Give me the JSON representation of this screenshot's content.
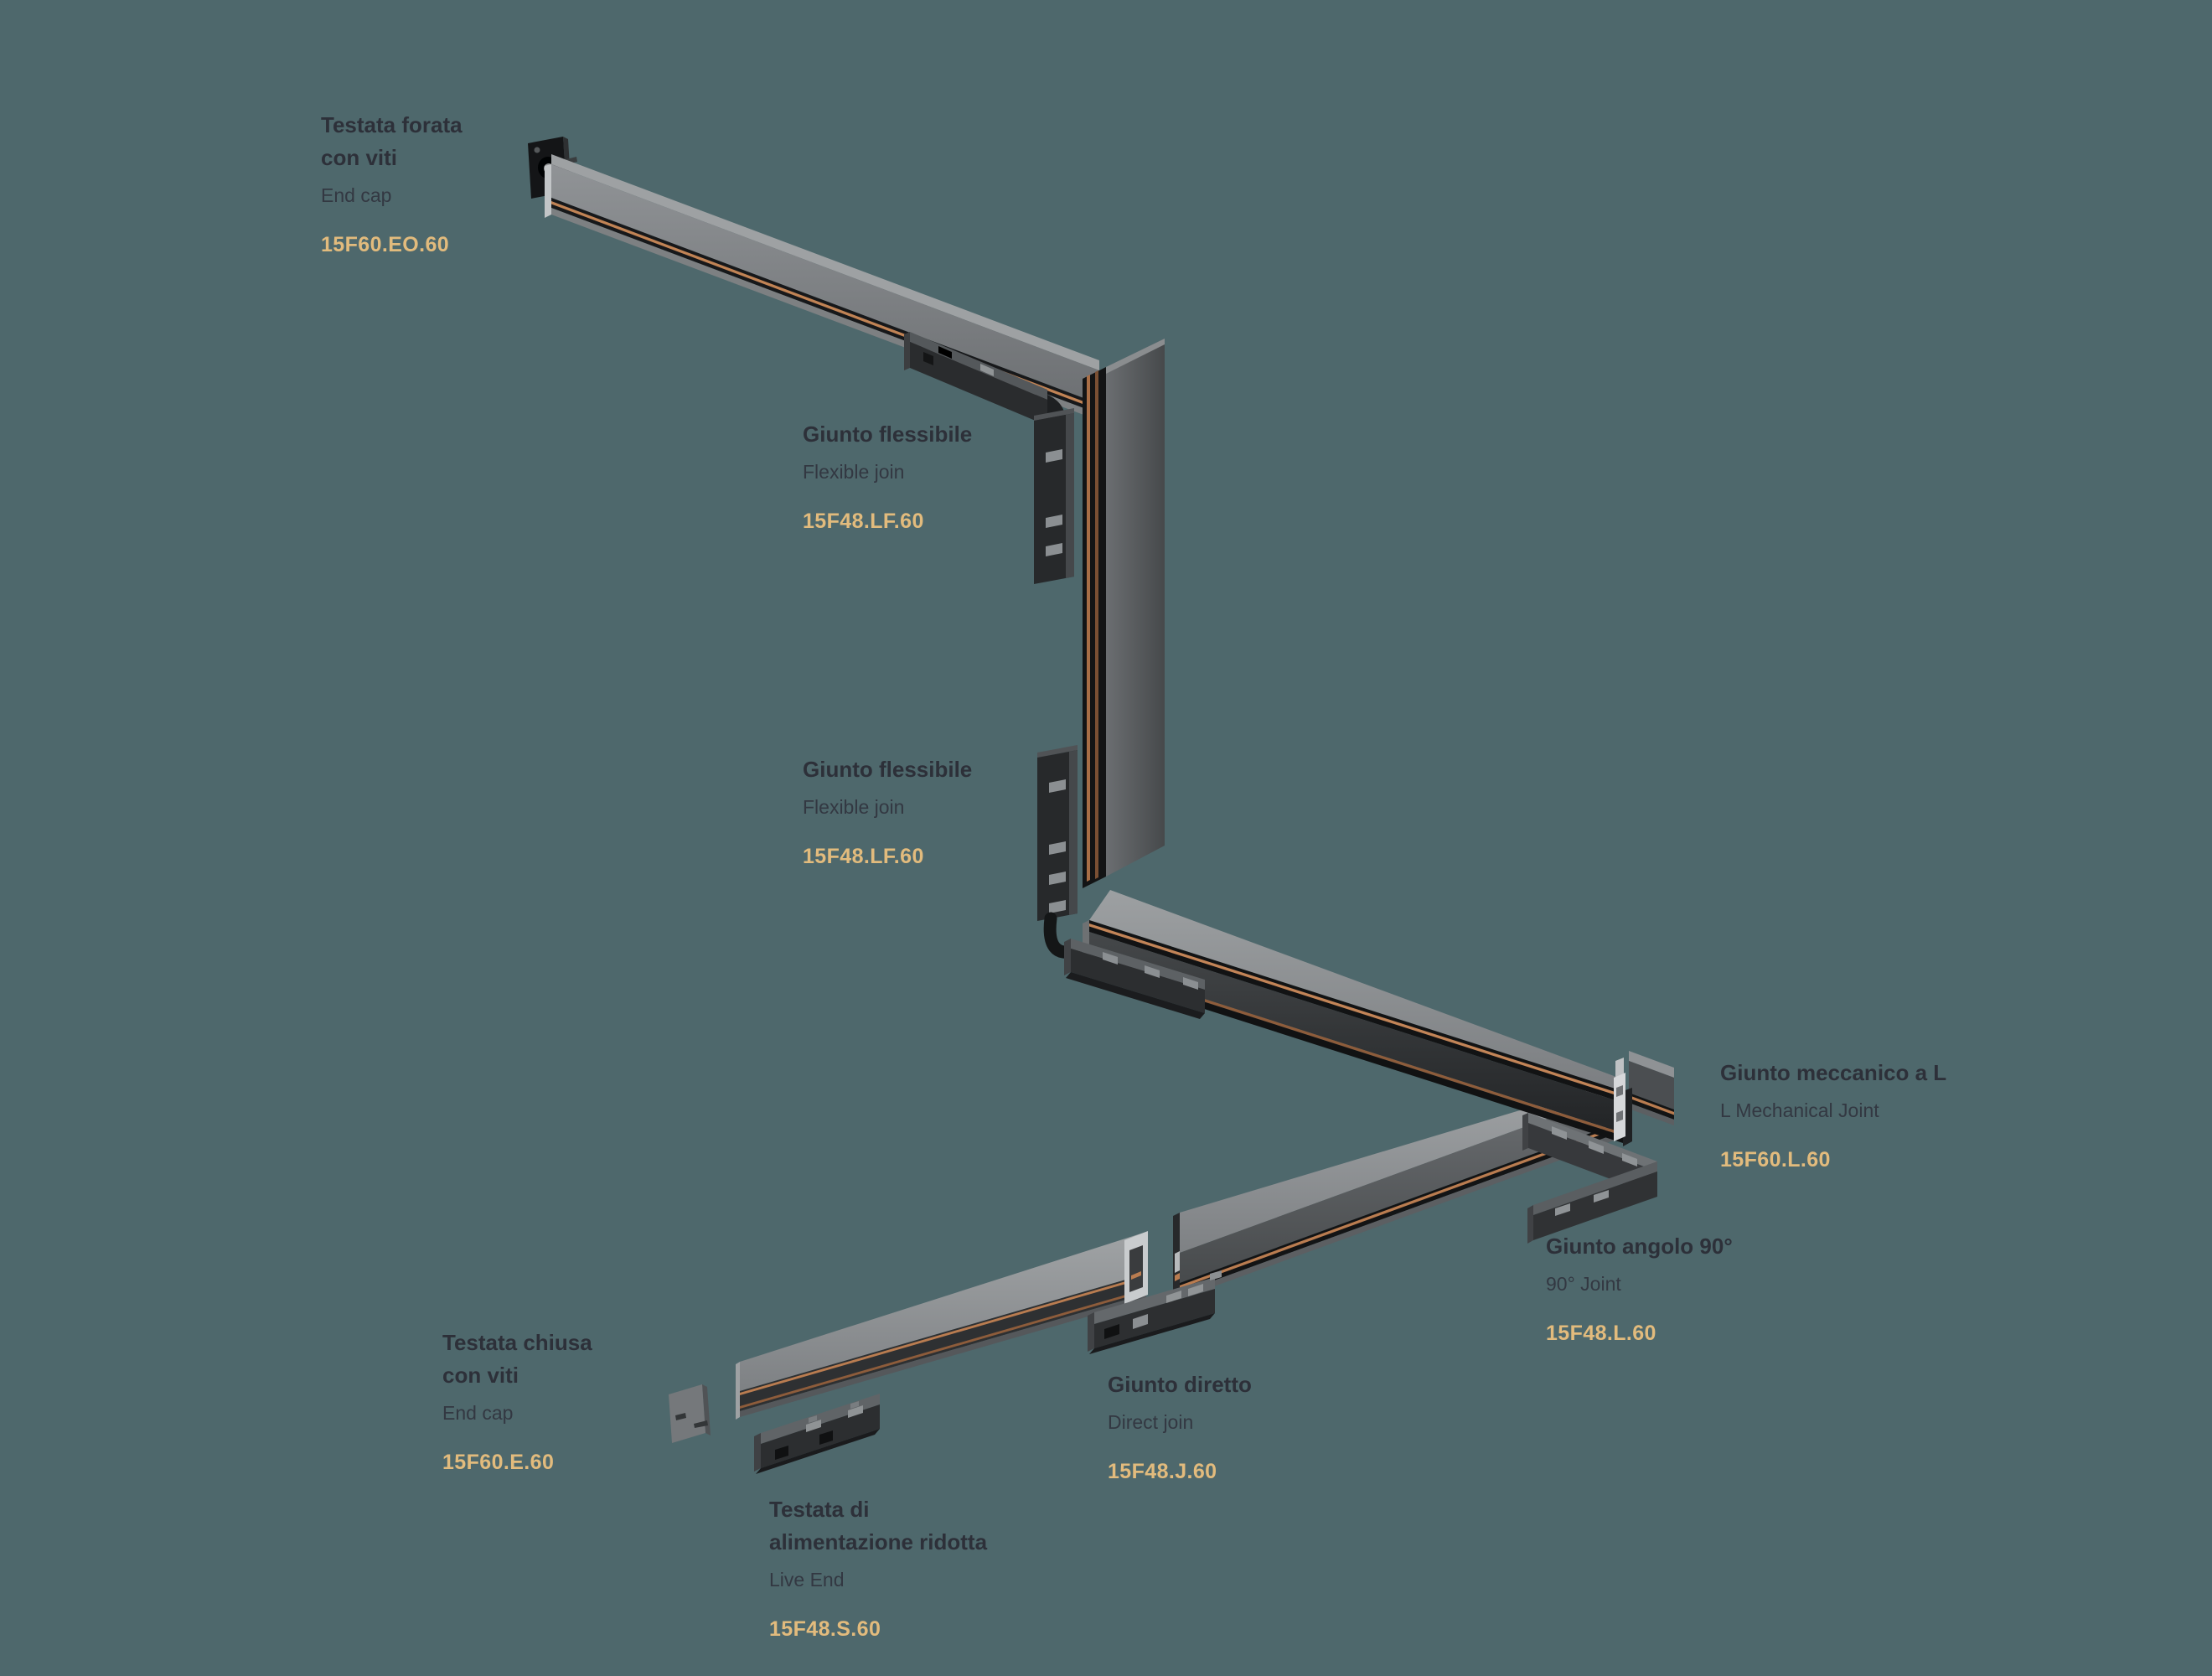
{
  "scene": {
    "background_color": "#4e686c",
    "accent_copper": "#bf7f52",
    "track_gray": "#8e9193",
    "component_dark": "#2c2e30",
    "silver": "#d6d8da",
    "title_color": "#2d3039",
    "code_color": "#e2bb7d"
  },
  "labels": [
    {
      "id": "testata-forata",
      "title_line1": "Testata forata",
      "title_line2": "con viti",
      "subtitle": "End cap",
      "code": "15F60.EO.60"
    },
    {
      "id": "giunto-flessibile-1",
      "title_line1": "Giunto flessibile",
      "subtitle": "Flexible join",
      "code": "15F48.LF.60"
    },
    {
      "id": "giunto-flessibile-2",
      "title_line1": "Giunto flessibile",
      "subtitle": "Flexible join",
      "code": "15F48.LF.60"
    },
    {
      "id": "giunto-meccanico-l",
      "title_line1": "Giunto meccanico a L",
      "subtitle": "L Mechanical Joint",
      "code": "15F60.L.60"
    },
    {
      "id": "giunto-angolo-90",
      "title_line1": "Giunto angolo 90°",
      "subtitle": "90° Joint",
      "code": "15F48.L.60"
    },
    {
      "id": "giunto-diretto",
      "title_line1": "Giunto diretto",
      "subtitle": "Direct join",
      "code": "15F48.J.60"
    },
    {
      "id": "testata-chiusa",
      "title_line1": "Testata chiusa",
      "title_line2": "con viti",
      "subtitle": "End cap",
      "code": "15F60.E.60"
    },
    {
      "id": "testata-alimentazione",
      "title_line1": "Testata di",
      "title_line2": "alimentazione ridotta",
      "subtitle": "Live End",
      "code": "15F48.S.60"
    }
  ]
}
